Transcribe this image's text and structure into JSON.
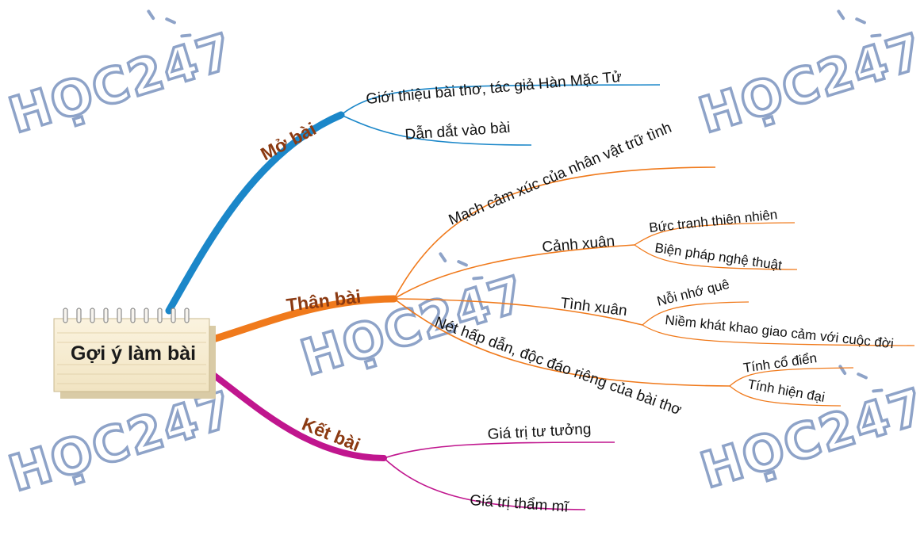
{
  "central": {
    "title": "Gợi ý làm bài"
  },
  "branches": {
    "mo_bai": {
      "label": "Mở bài",
      "color": "#1b87c9",
      "children": [
        "Giới thiệu bài thơ, tác giả Hàn Mặc Tử",
        "Dẫn dắt vào bài"
      ]
    },
    "than_bai": {
      "label": "Thân bài",
      "color": "#f07a1c",
      "children": [
        {
          "label": "Mạch cảm xúc của nhân vật trữ tình"
        },
        {
          "label": "Cảnh xuân",
          "children": [
            "Bức tranh thiên nhiên",
            "Biện pháp nghệ thuật"
          ]
        },
        {
          "label": "Tình xuân",
          "children": [
            "Nỗi nhớ quê",
            "Niềm khát khao giao cảm với cuộc đời"
          ]
        },
        {
          "label": "Nét hấp dẫn, độc đáo riêng của bài thơ",
          "children": [
            "Tính cổ điển",
            "Tính hiện đại"
          ]
        }
      ]
    },
    "ket_bai": {
      "label": "Kết bài",
      "color": "#c0168e",
      "children": [
        "Giá trị tư tưởng",
        "Giá trị thẩm mĩ"
      ]
    }
  },
  "watermark": {
    "text": "HỌC247",
    "color": "#8ea3c8"
  }
}
